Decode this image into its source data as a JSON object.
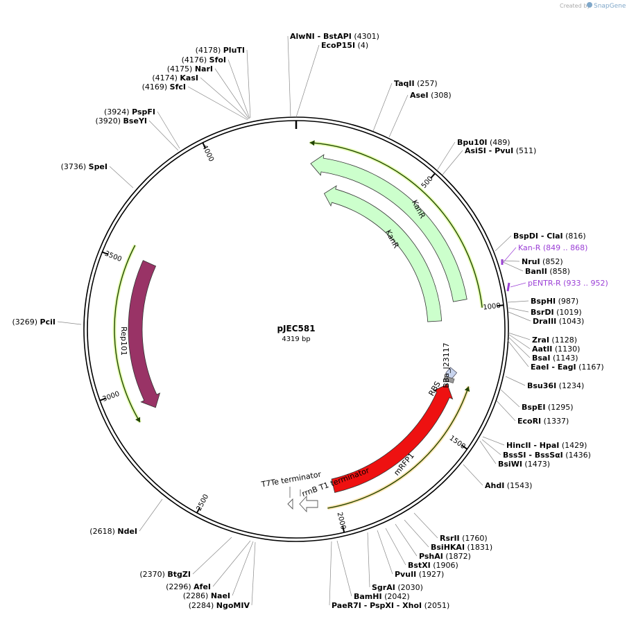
{
  "watermark": {
    "created_by": "Created by",
    "brand": "SnapGene"
  },
  "plasmid": {
    "name": "pJEC581",
    "length": 4319,
    "length_label": "4319 bp"
  },
  "ticks": [
    "500",
    "1000",
    "1500",
    "2000",
    "2500",
    "3000",
    "3500",
    "4000"
  ],
  "features": [
    {
      "name": "KanR",
      "start": 2,
      "end": 800,
      "direction": -1,
      "color": "#ccffcc"
    },
    {
      "name": "KanR",
      "start": 2,
      "end": 800,
      "direction": -1,
      "color": "#ccffcc"
    },
    {
      "name": "Rep101",
      "start": 2860,
      "end": 3530,
      "direction": -1,
      "color": "#993366"
    },
    {
      "name": "mRFP1",
      "start": 1310,
      "end": 2020,
      "direction": -1,
      "color": "#ee1111"
    },
    {
      "name": "BBa_J23117",
      "start": 1255,
      "end": 1290,
      "direction": -1,
      "color": "#c8d4ee"
    },
    {
      "name": "RBS",
      "start": 1292,
      "end": 1305,
      "direction": -1,
      "color": "#999999"
    },
    {
      "name": "rrnB T1 terminator",
      "start": 2055,
      "end": 2100,
      "direction": -1,
      "color": "#ffffff"
    },
    {
      "name": "T7Te terminator",
      "start": 2110,
      "end": 2130,
      "direction": -1,
      "color": "#ffffff"
    }
  ],
  "primers": [
    {
      "label": "Kan-R",
      "range": "(849 .. 868)"
    },
    {
      "label": "pENTR-R",
      "range": "(933 .. 952)"
    }
  ],
  "enzymes": [
    {
      "text": "AlwNI   - BstAPI",
      "pos": "(4301)"
    },
    {
      "text": "EcoP15I",
      "pos": "(4)"
    },
    {
      "text": "TaqII",
      "pos": "(257)"
    },
    {
      "text": "AseI",
      "pos": "(308)"
    },
    {
      "text": "Bpu10I",
      "pos": "(489)"
    },
    {
      "text": "AsiSI   - PvuI",
      "pos": "(511)"
    },
    {
      "text": "BspDI   - ClaI",
      "pos": "(816)"
    },
    {
      "text": "NruI",
      "pos": "(852)"
    },
    {
      "text": "BanII",
      "pos": "(858)"
    },
    {
      "text": "BspHI",
      "pos": "(987)"
    },
    {
      "text": "BsrDI",
      "pos": "(1019)"
    },
    {
      "text": "DraIII",
      "pos": "(1043)"
    },
    {
      "text": "ZraI",
      "pos": "(1128)"
    },
    {
      "text": "AatII",
      "pos": "(1130)"
    },
    {
      "text": "BsaI",
      "pos": "(1143)"
    },
    {
      "text": "EaeI   - EagI",
      "pos": "(1167)"
    },
    {
      "text": "Bsu36I",
      "pos": "(1234)"
    },
    {
      "text": "BspEI",
      "pos": "(1295)"
    },
    {
      "text": "EcoRI",
      "pos": "(1337)"
    },
    {
      "text": "HincII   - HpaI",
      "pos": "(1429)"
    },
    {
      "text": "BssSI   - BssSαI",
      "pos": "(1436)"
    },
    {
      "text": "BsiWI",
      "pos": "(1473)"
    },
    {
      "text": "AhdI",
      "pos": "(1543)"
    },
    {
      "text": "RsrII",
      "pos": "(1760)"
    },
    {
      "text": "BsiHKAI",
      "pos": "(1831)"
    },
    {
      "text": "PshAI",
      "pos": "(1872)"
    },
    {
      "text": "BstXI",
      "pos": "(1906)"
    },
    {
      "text": "PvuII",
      "pos": "(1927)"
    },
    {
      "text": "SgrAI",
      "pos": "(2030)"
    },
    {
      "text": "BamHI",
      "pos": "(2042)"
    },
    {
      "text": "PaeR7I   - PspXI   - XhoI",
      "pos": "(2051)"
    },
    {
      "text": "NgoMIV",
      "pos": "(2284)"
    },
    {
      "text": "NaeI",
      "pos": "(2286)"
    },
    {
      "text": "AfeI",
      "pos": "(2296)"
    },
    {
      "text": "BtgZI",
      "pos": "(2370)"
    },
    {
      "text": "NdeI",
      "pos": "(2618)"
    },
    {
      "text": "PciI",
      "pos": "(3269)"
    },
    {
      "text": "SpeI",
      "pos": "(3736)"
    },
    {
      "text": "BseYI",
      "pos": "(3920)"
    },
    {
      "text": "PspFI",
      "pos": "(3924)"
    },
    {
      "text": "SfcI",
      "pos": "(4169)"
    },
    {
      "text": "KasI",
      "pos": "(4174)"
    },
    {
      "text": "NarI",
      "pos": "(4175)"
    },
    {
      "text": "SfoI",
      "pos": "(4176)"
    },
    {
      "text": "PluTI",
      "pos": "(4178)"
    }
  ]
}
